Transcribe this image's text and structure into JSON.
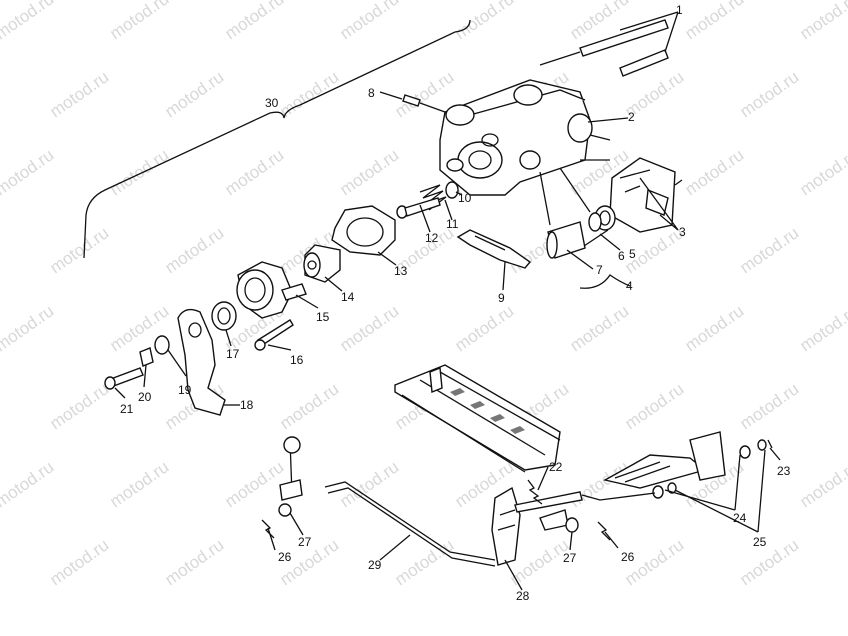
{
  "watermark": "motod.ru",
  "part_labels": [
    "1",
    "2",
    "3",
    "4",
    "5",
    "6",
    "7",
    "8",
    "9",
    "10",
    "11",
    "12",
    "13",
    "14",
    "15",
    "16",
    "17",
    "18",
    "19",
    "20",
    "21",
    "22",
    "23",
    "24",
    "25",
    "26",
    "26",
    "27",
    "27",
    "28",
    "29",
    "30"
  ]
}
